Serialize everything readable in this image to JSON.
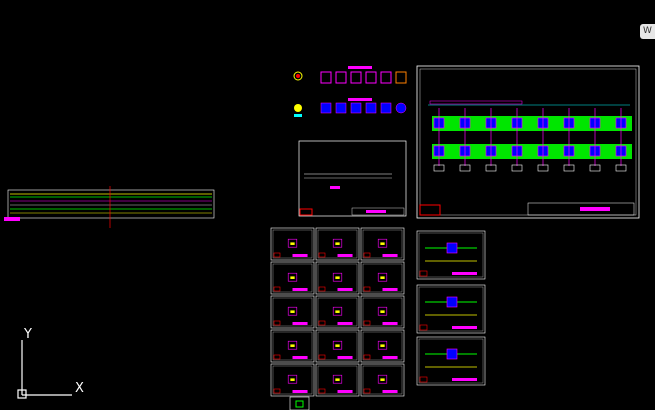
{
  "viewcube": {
    "label": "W"
  },
  "ucs": {
    "x_label": "X",
    "y_label": "Y"
  },
  "colors": {
    "background": "#000000",
    "frame": "#ffffff",
    "accent_magenta": "#ff00ff",
    "accent_green": "#00ff00",
    "accent_yellow": "#ffff00",
    "accent_red": "#ff0000",
    "accent_cyan": "#00ffff",
    "accent_blue": "#0000ff"
  }
}
